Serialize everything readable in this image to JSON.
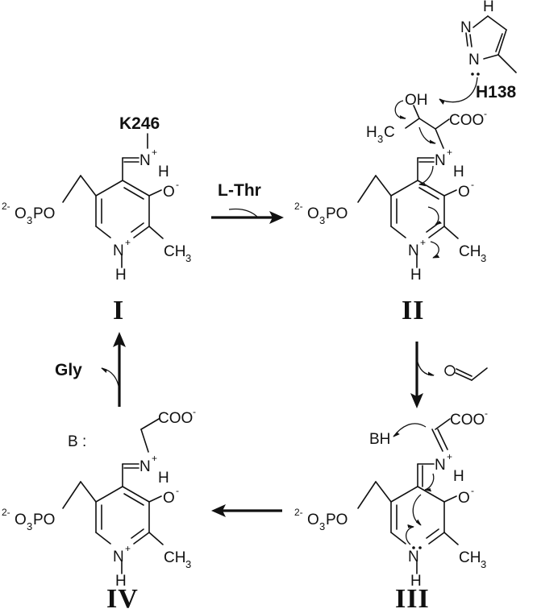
{
  "stages": [
    {
      "roman": "I",
      "amine": {
        "text": "N",
        "charge": "+",
        "h": "H"
      },
      "substituent": "K246",
      "phenolate": {
        "text": "O",
        "charge": "-"
      },
      "pyridinium": {
        "text": "N",
        "charge": "+",
        "h": "H"
      },
      "methyl": {
        "text": "CH",
        "sub": "3"
      },
      "phosphate": {
        "pre": "2-",
        "o": "O",
        "sub": "3",
        "rest": "PO"
      }
    },
    {
      "roman": "II",
      "amine": {
        "text": "N",
        "charge": "+",
        "h": "H"
      },
      "hydroxyl": "OH",
      "methyl_side": {
        "text": "H",
        "sub": "3",
        "rest": "C"
      },
      "carboxylate": {
        "text": "COO",
        "charge": "-"
      },
      "phenolate": {
        "text": "O",
        "charge": "-"
      },
      "pyridinium": {
        "text": "N",
        "charge": "+",
        "h": "H"
      },
      "methyl": {
        "text": "CH",
        "sub": "3"
      },
      "phosphate": {
        "pre": "2-",
        "o": "O",
        "sub": "3",
        "rest": "PO"
      },
      "histidine": {
        "n_top": "N",
        "h_top": "H",
        "n_bottom": "N",
        "label": "H138"
      }
    },
    {
      "roman": "III",
      "amine": {
        "text": "N",
        "charge": "+",
        "h": "H"
      },
      "carboxylate": {
        "text": "COO",
        "charge": "-"
      },
      "base": "BH",
      "phenolate": {
        "text": "O",
        "charge": "-"
      },
      "pyridine": {
        "text": "N",
        "h": "H"
      },
      "methyl": {
        "text": "CH",
        "sub": "3"
      },
      "phosphate": {
        "pre": "2-",
        "o": "O",
        "sub": "3",
        "rest": "PO"
      }
    },
    {
      "roman": "IV",
      "amine": {
        "text": "N",
        "charge": "+",
        "h": "H"
      },
      "carboxylate": {
        "text": "COO",
        "charge": "-"
      },
      "base": "B :",
      "phenolate": {
        "text": "O",
        "charge": "-"
      },
      "pyridinium": {
        "text": "N",
        "charge": "+",
        "h": "H"
      },
      "methyl": {
        "text": "CH",
        "sub": "3"
      },
      "phosphate": {
        "pre": "2-",
        "o": "O",
        "sub": "3",
        "rest": "PO"
      }
    }
  ],
  "reactions": {
    "i_to_ii": {
      "prefix": "L",
      "reagent": "-Thr"
    },
    "iv_to_i": {
      "reagent": "Gly"
    }
  }
}
